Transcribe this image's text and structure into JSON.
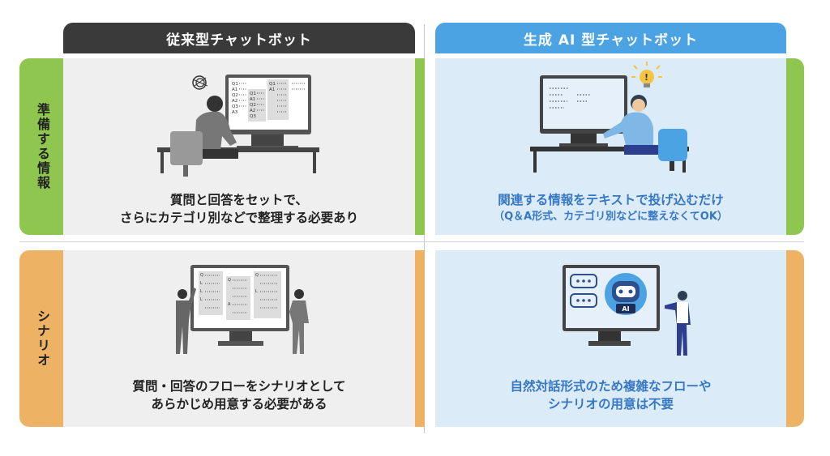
{
  "columns": {
    "traditional": "従来型チャットボット",
    "generative": "生成 AI 型チャットボット"
  },
  "rows": {
    "info": "準備する情報",
    "scenario": "シナリオ"
  },
  "cells": {
    "traditional_info": {
      "line1": "質問と回答をセットで、",
      "line2": "さらにカテゴリ別などで整理する必要あり"
    },
    "generative_info": {
      "line1": "関連する情報をテキストで投げ込むだけ",
      "line2": "（Q＆A形式、カテゴリ別などに整えなくてOK）"
    },
    "traditional_scenario": {
      "line1": "質問・回答のフローをシナリオとして",
      "line2": "あらかじめ用意する必要がある"
    },
    "generative_scenario": {
      "line1": "自然対話形式のため複雑なフローや",
      "line2": "シナリオの用意は不要"
    }
  },
  "illustration_text": {
    "ai_badge": "AI",
    "q_labels": [
      "Q1",
      "A1",
      "Q2",
      "A2",
      "Q3",
      "A3"
    ],
    "q_short": "Q",
    "a_short": "A",
    "l_short": "L"
  },
  "colors": {
    "dark_header": "#3a3a3a",
    "blue_header": "#4ba3e3",
    "green": "#8fc64f",
    "orange": "#eeb265",
    "gray_panel": "#efefef",
    "blue_panel": "#dcebf8",
    "blue_text": "#3678c4"
  }
}
